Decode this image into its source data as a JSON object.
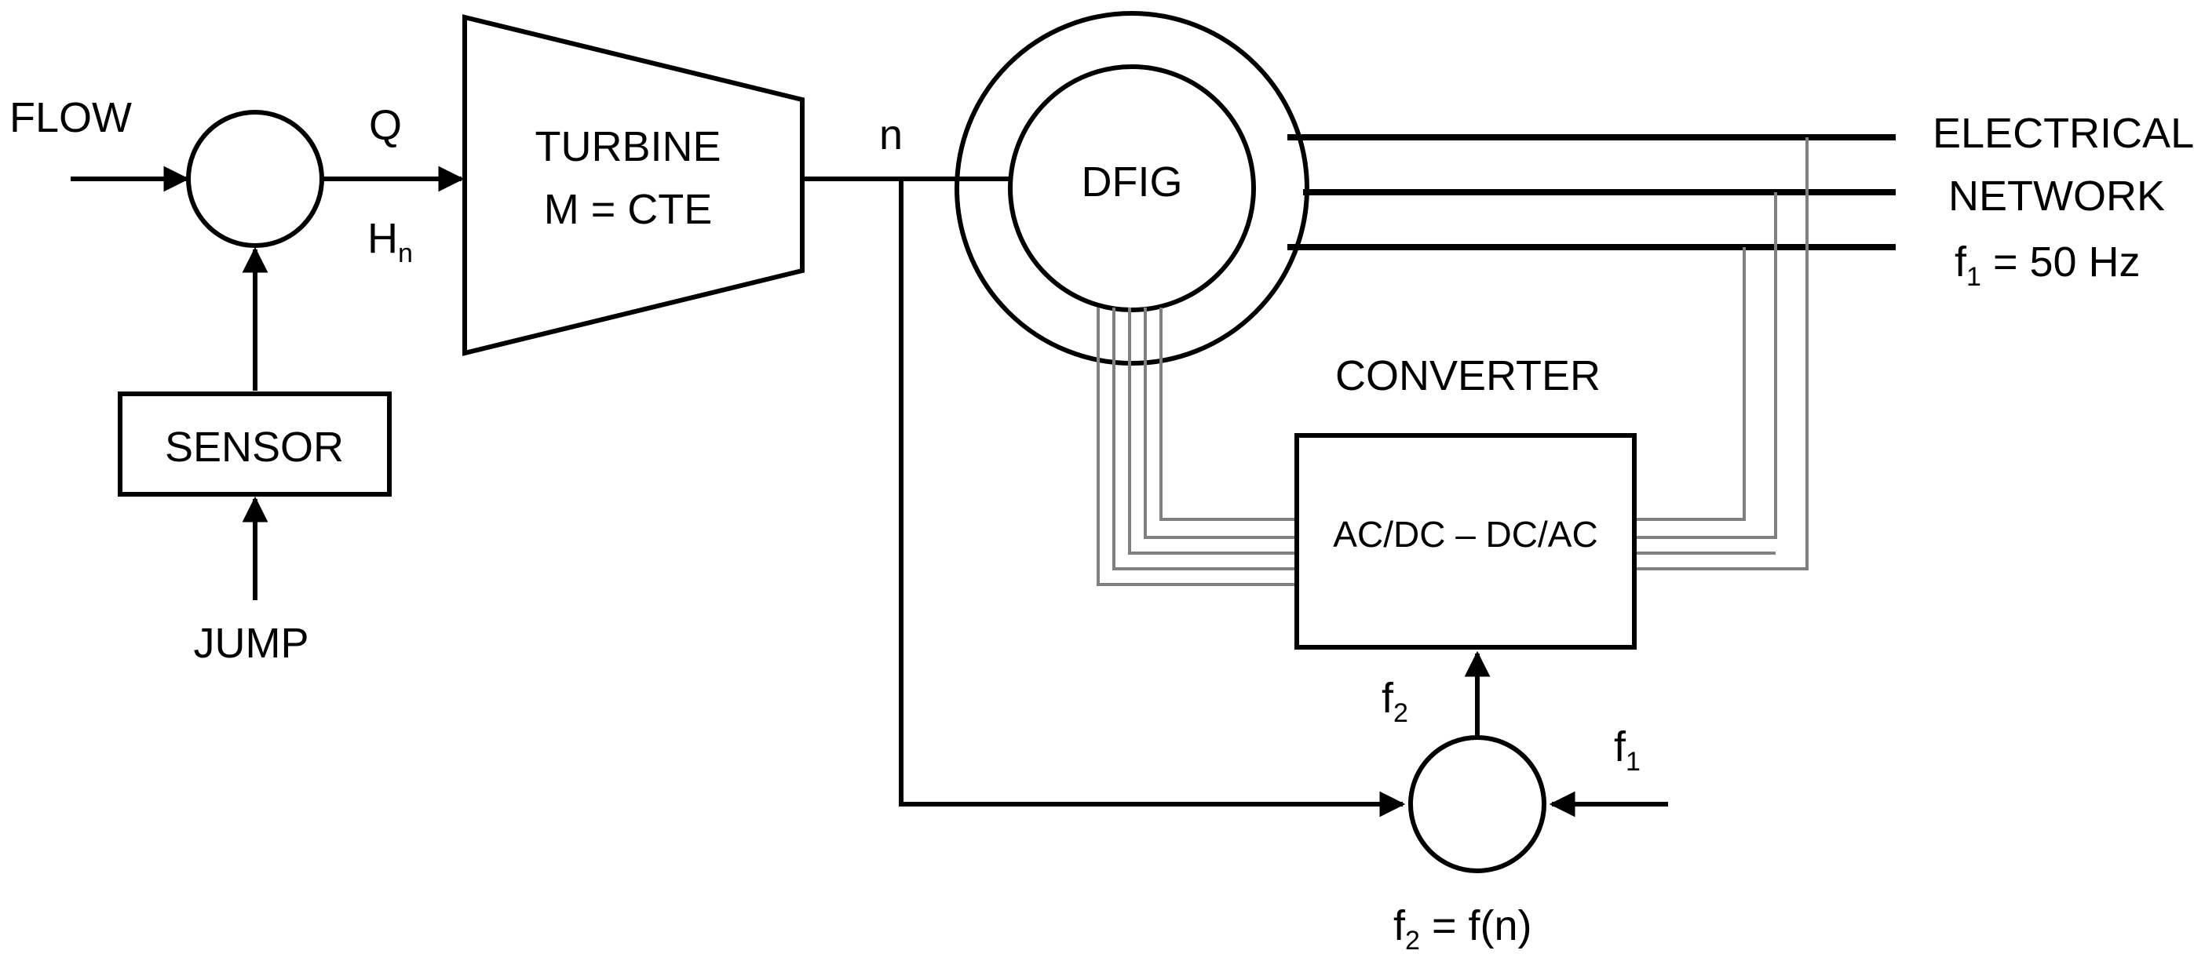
{
  "labels": {
    "flow": "FLOW",
    "q": "Q",
    "h": "H",
    "h_sub": "n",
    "turbine_line1": "TURBINE",
    "turbine_line2": "M = CTE",
    "n": "n",
    "dfig": "DFIG",
    "sensor": "SENSOR",
    "jump": "JUMP",
    "electrical": "ELECTRICAL",
    "network": "NETWORK",
    "f1_net": "f",
    "f1_net_sub": "1",
    "f1_net_rest": " = 50 Hz",
    "converter_title": "CONVERTER",
    "converter_body": "AC/DC – DC/AC",
    "f2_top": "f",
    "f2_top_sub": "2",
    "f1_right": "f",
    "f1_right_sub": "1",
    "f2_eq": "f",
    "f2_eq_sub": "2",
    "f2_eq_rest": " = f(n)"
  }
}
